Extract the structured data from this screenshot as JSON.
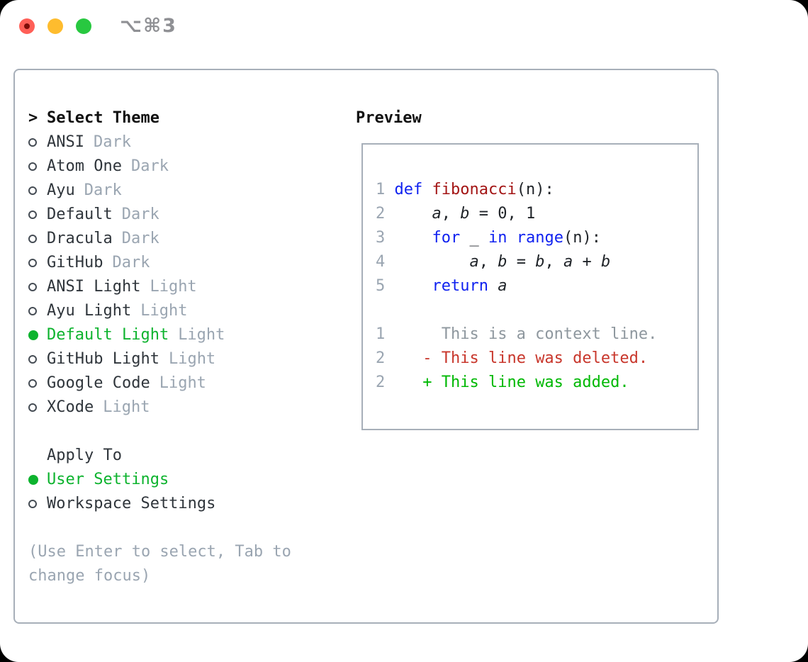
{
  "window": {
    "title": "⌥⌘3",
    "traffic_lights": [
      "close-button",
      "minimize-button",
      "zoom-button"
    ]
  },
  "colors": {
    "selected_green": "#0db32e",
    "added_green": "#00b804",
    "deleted_red": "#c8362b",
    "keyword_blue": "#1022f0",
    "function_red": "#a31515",
    "muted_gray": "#9aa5b1",
    "panel_border": "#a7afb9",
    "traffic_red": "#ff5f57",
    "traffic_yellow": "#febc2e",
    "traffic_green": "#28c840"
  },
  "theme_list": {
    "header_marker": ">",
    "header": "Select Theme",
    "items": [
      {
        "name": "ANSI",
        "variant": "Dark",
        "selected": false
      },
      {
        "name": "Atom One",
        "variant": "Dark",
        "selected": false
      },
      {
        "name": "Ayu",
        "variant": "Dark",
        "selected": false
      },
      {
        "name": "Default",
        "variant": "Dark",
        "selected": false
      },
      {
        "name": "Dracula",
        "variant": "Dark",
        "selected": false
      },
      {
        "name": "GitHub",
        "variant": "Dark",
        "selected": false
      },
      {
        "name": "ANSI Light",
        "variant": "Light",
        "selected": false
      },
      {
        "name": "Ayu Light",
        "variant": "Light",
        "selected": false
      },
      {
        "name": "Default Light",
        "variant": "Light",
        "selected": true
      },
      {
        "name": "GitHub Light",
        "variant": "Light",
        "selected": false
      },
      {
        "name": "Google Code",
        "variant": "Light",
        "selected": false
      },
      {
        "name": "XCode",
        "variant": "Light",
        "selected": false
      }
    ]
  },
  "apply_to": {
    "header": "Apply To",
    "items": [
      {
        "label": "User Settings",
        "selected": true
      },
      {
        "label": "Workspace Settings",
        "selected": false
      }
    ]
  },
  "hint": {
    "text": "(Use Enter to select, Tab to change focus)"
  },
  "preview": {
    "label": "Preview",
    "rows": [
      {
        "num": "1",
        "tokens": [
          {
            "t": "def",
            "c": "kw"
          },
          {
            "t": " ",
            "c": "pl"
          },
          {
            "t": "fibonacci",
            "c": "fn"
          },
          {
            "t": "(n):",
            "c": "pl"
          }
        ]
      },
      {
        "num": "2",
        "tokens": [
          {
            "t": "    ",
            "c": "pl"
          },
          {
            "t": "a",
            "c": "var"
          },
          {
            "t": ", ",
            "c": "pl"
          },
          {
            "t": "b",
            "c": "var"
          },
          {
            "t": " = 0, 1",
            "c": "pl"
          }
        ]
      },
      {
        "num": "3",
        "tokens": [
          {
            "t": "    ",
            "c": "pl"
          },
          {
            "t": "for",
            "c": "kw"
          },
          {
            "t": " _ ",
            "c": "pl"
          },
          {
            "t": "in",
            "c": "kw"
          },
          {
            "t": " ",
            "c": "pl"
          },
          {
            "t": "range",
            "c": "kw"
          },
          {
            "t": "(n):",
            "c": "pl"
          }
        ]
      },
      {
        "num": "4",
        "tokens": [
          {
            "t": "        ",
            "c": "pl"
          },
          {
            "t": "a",
            "c": "var"
          },
          {
            "t": ", ",
            "c": "pl"
          },
          {
            "t": "b",
            "c": "var"
          },
          {
            "t": " = ",
            "c": "pl"
          },
          {
            "t": "b",
            "c": "var"
          },
          {
            "t": ", ",
            "c": "pl"
          },
          {
            "t": "a",
            "c": "var"
          },
          {
            "t": " + ",
            "c": "pl"
          },
          {
            "t": "b",
            "c": "var"
          }
        ]
      },
      {
        "num": "5",
        "tokens": [
          {
            "t": "    ",
            "c": "pl"
          },
          {
            "t": "return",
            "c": "kw"
          },
          {
            "t": " ",
            "c": "pl"
          },
          {
            "t": "a",
            "c": "var"
          }
        ]
      },
      {
        "num": "",
        "tokens": []
      },
      {
        "num": "1",
        "tokens": [
          {
            "t": "     This is a context line.",
            "c": "ctx"
          }
        ]
      },
      {
        "num": "2",
        "tokens": [
          {
            "t": "   ",
            "c": "pl"
          },
          {
            "t": "- This line was deleted.",
            "c": "del"
          }
        ]
      },
      {
        "num": "2",
        "tokens": [
          {
            "t": "   ",
            "c": "pl"
          },
          {
            "t": "+ This line was added.",
            "c": "add"
          }
        ]
      }
    ]
  }
}
